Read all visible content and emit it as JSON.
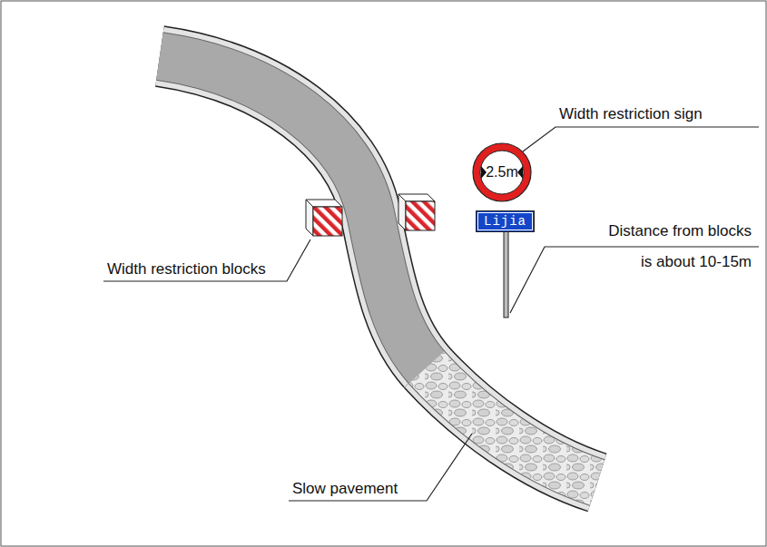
{
  "diagram": {
    "nodes": [
      {
        "text": [
          "2.5m"
        ]
      },
      {
        "text": [
          "Lijia"
        ]
      }
    ],
    "labels": [
      "Width restriction sign",
      "Distance from blocks is about 10-15m",
      "Width restriction blocks",
      "Slow pavement"
    ]
  }
}
